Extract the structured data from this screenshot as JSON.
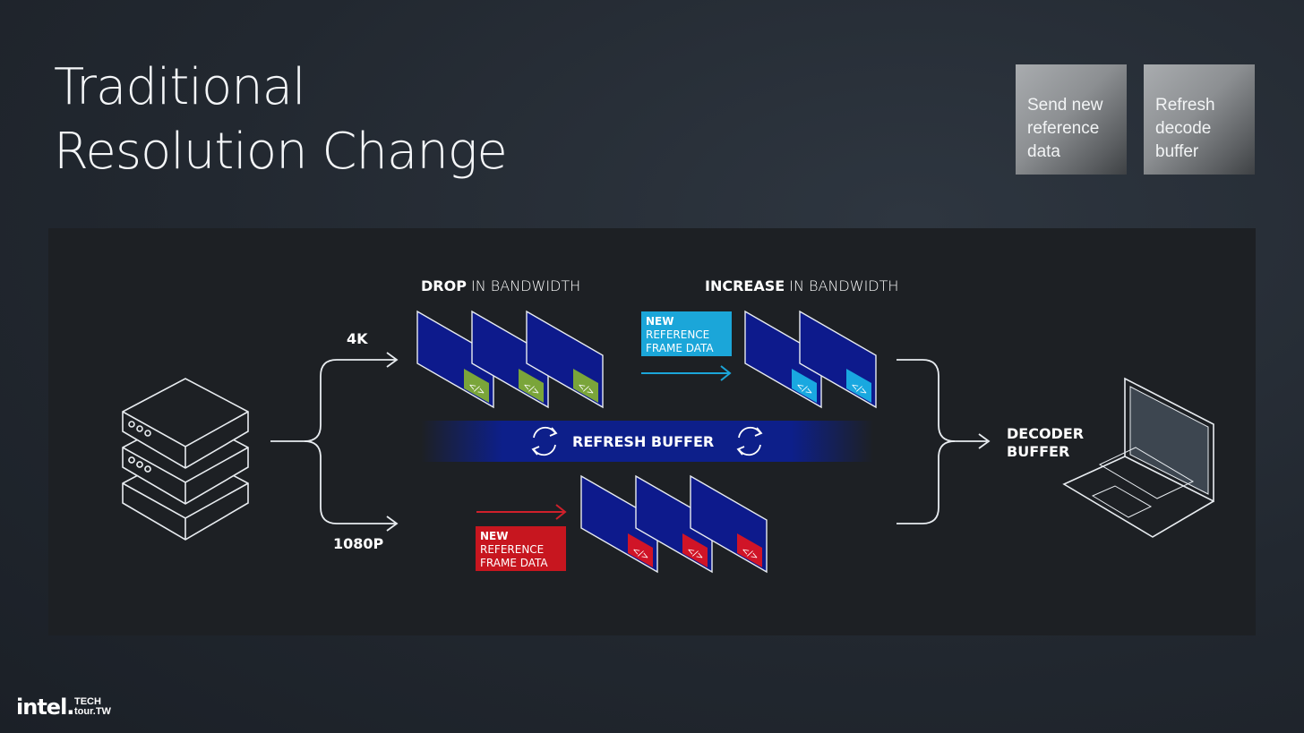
{
  "title": {
    "line1": "Traditional",
    "line2": "Resolution Change"
  },
  "cards": [
    {
      "lines": [
        "Send new",
        "reference",
        "data"
      ]
    },
    {
      "lines": [
        "Refresh",
        "decode",
        "buffer"
      ]
    }
  ],
  "diagram": {
    "drop_bold": "DROP",
    "drop_rest": " IN BANDWIDTH",
    "increase_bold": "INCREASE",
    "increase_rest": " IN BANDWIDTH",
    "label_4k": "4K",
    "label_1080p": "1080P",
    "refresh_buffer": "REFRESH BUFFER",
    "blue_tag": {
      "bold": "NEW",
      "line2": "REFERENCE",
      "line3": "FRAME DATA"
    },
    "red_tag": {
      "bold": "NEW",
      "line2": "REFERENCE",
      "line3": "FRAME DATA"
    },
    "decoder_line1": "DECODER",
    "decoder_line2": "BUFFER",
    "code_glyph": "</>",
    "colors": {
      "frame_fill": "#0d1a8c",
      "green_badge": "#7aa53a",
      "cyan_badge": "#19a8e0",
      "red_badge": "#d01427",
      "cyan_tag": "#1ba6d9",
      "red_tag": "#c7161f",
      "refresh_band": "#0a1f9c"
    }
  },
  "footer": {
    "brand": "intel.",
    "event_line1": "TECH",
    "event_line2": "tour.TW"
  }
}
